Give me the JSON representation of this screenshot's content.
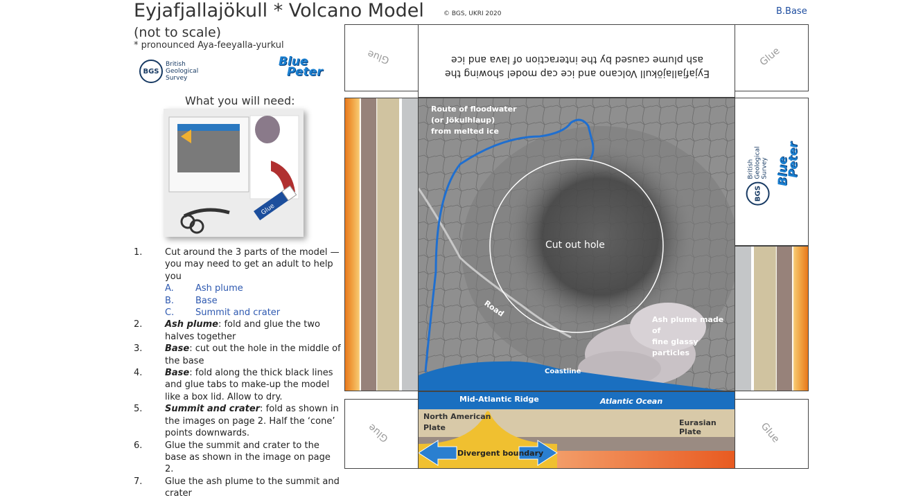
{
  "header": {
    "title": "Eyjafjallajökull * Volcano Model",
    "subtitle": "(not to scale)",
    "pronunciation": "* pronounced Aya-feeyalla-yurkul",
    "copyright": "© BGS,   UKRI    2020",
    "page_code": "B.Base"
  },
  "logos": {
    "bgs_initials": "BGS",
    "bgs_name": [
      "British",
      "Geological",
      "Survey"
    ],
    "blue_peter": [
      "Blue",
      "Peter"
    ]
  },
  "need": {
    "heading": "What you will need:",
    "glue_stick_label": "Glue"
  },
  "steps": [
    {
      "num": "1.",
      "text": "Cut around the 3 parts of the model — you may need to get an adult to help you"
    },
    {
      "num": "2.",
      "em": "Ash plume",
      "text": ": fold and glue the two halves together"
    },
    {
      "num": "3.",
      "em": "Base",
      "text": ": cut out the hole in the middle of the base"
    },
    {
      "num": "4.",
      "em": "Base",
      "text": ": fold along the thick black lines and glue tabs to make-up the model like a box lid. Allow to dry."
    },
    {
      "num": "5.",
      "em": "Summit and crater",
      "text": ": fold as shown in the images on page 2. Half the ‘cone’ points downwards."
    },
    {
      "num": "6.",
      "text": "Glue the summit and crater to the base as shown in the image on page 2."
    },
    {
      "num": "7.",
      "text": "Glue the ash plume to the summit and crater"
    }
  ],
  "parts": [
    {
      "letter": "A.",
      "name": "Ash plume"
    },
    {
      "letter": "B.",
      "name": "Base"
    },
    {
      "letter": "C.",
      "name": "Summit and crater"
    }
  ],
  "model": {
    "glue": "Glue",
    "top_caption_line1": "Eyjafjallajökull Volcano and ice cap model showing the",
    "top_caption_line2": "ash plume caused by the interaction of lava and ice",
    "floodwater": [
      "Route of floodwater",
      "(or Jökulhlaup)",
      "from melted ice"
    ],
    "cut_out_hole": "Cut out hole",
    "road": "Road",
    "ash_plume": [
      "Ash plume made of",
      "fine glassy particles"
    ],
    "coastline": "Coastline",
    "mid_atlantic_ridge": "Mid-Atlantic Ridge",
    "atlantic_ocean": "Atlantic Ocean",
    "north_american_plate": [
      "North American",
      "Plate"
    ],
    "eurasian_plate": "Eurasian Plate",
    "divergent_boundary": "Divergent boundary"
  },
  "colors": {
    "ocean": "#1a6fc0",
    "route": "#1f6fd0",
    "plate": "#d8c9a8",
    "magma": "#f0c030",
    "accent_blue": "#2e59b0"
  }
}
